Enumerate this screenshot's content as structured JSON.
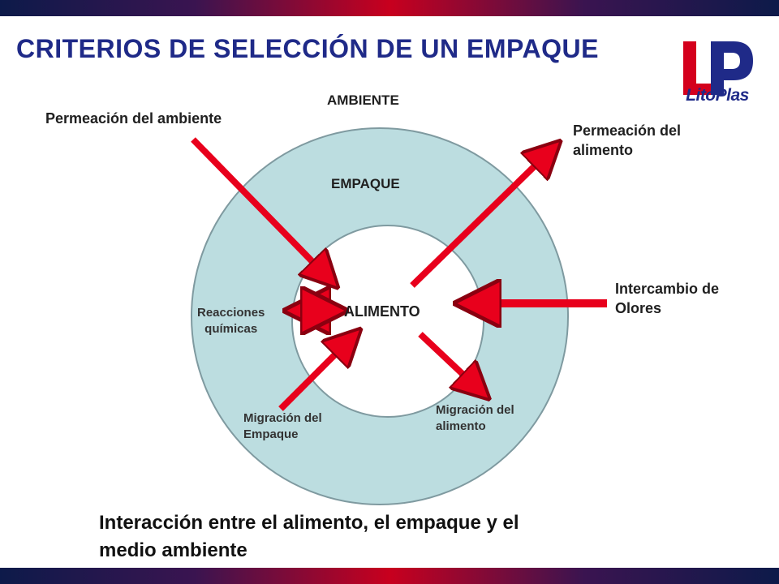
{
  "slide": {
    "title": "CRITERIOS DE SELECCIÓN DE UN EMPAQUE",
    "logo": {
      "brand_text": "LitoPlas",
      "monogram": "LP",
      "colors": {
        "red": "#d4001c",
        "blue": "#1f2a88"
      }
    }
  },
  "diagram": {
    "environment_label": "AMBIENTE",
    "package_label": "EMPAQUE",
    "food_label": "ALIMENTO",
    "arrows": {
      "permeation_environment": "Permeación del ambiente",
      "permeation_food_line1": "Permeación del",
      "permeation_food_line2": "alimento",
      "odor_exchange_line1": "Intercambio de",
      "odor_exchange_line2": "Olores",
      "chemical_reactions_line1": "Reacciones",
      "chemical_reactions_line2": "químicas",
      "package_migration_line1": "Migración del",
      "package_migration_line2": "Empaque",
      "food_migration_line1": "Migración del",
      "food_migration_line2": "alimento"
    },
    "colors": {
      "ring": "#bcdde0",
      "ring_border": "#7f9aa0",
      "arrow": "#e8001c",
      "arrow_outline": "#8a0010"
    }
  },
  "caption": {
    "line1": "Interacción entre el alimento, el empaque y el",
    "line2": "medio ambiente"
  },
  "theme": {
    "title_color": "#1f2a88",
    "band_gradient": [
      "#0d1a4a",
      "#c8001e"
    ]
  }
}
